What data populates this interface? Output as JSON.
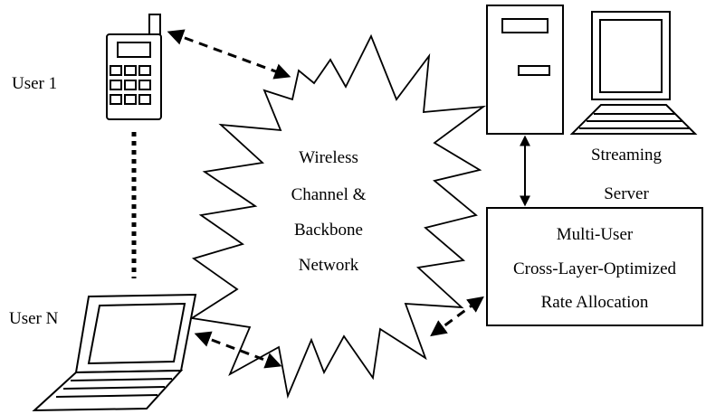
{
  "labels": {
    "user_1": "User 1",
    "user_n": "User N",
    "network": [
      "Wireless",
      "Channel &",
      "Backbone",
      "Network"
    ],
    "server": [
      "Streaming",
      "Server"
    ],
    "rate_allocation": [
      "Multi-User",
      "Cross-Layer-Optimized",
      "Rate Allocation"
    ]
  },
  "icons": {
    "user_1_device": "mobile-phone-icon",
    "user_n_device": "laptop-icon",
    "server_tower": "server-tower-icon",
    "server_monitor": "monitor-icon",
    "server_keyboard": "keyboard-icon"
  },
  "colors": {
    "stroke": "#000000",
    "background": "#ffffff"
  }
}
